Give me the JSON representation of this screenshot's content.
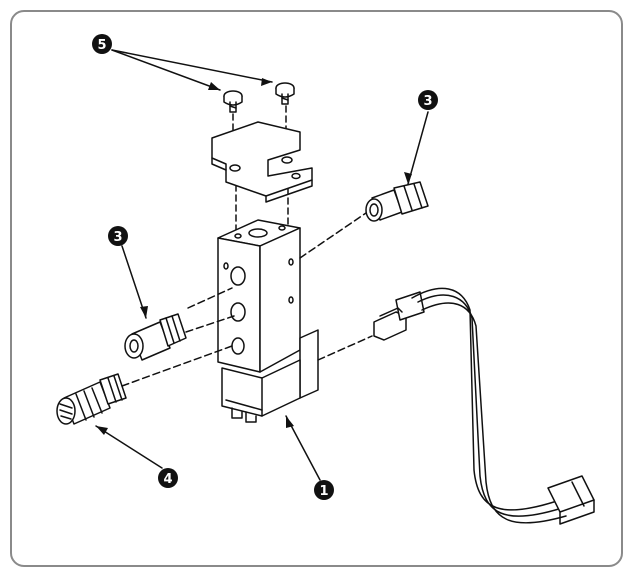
{
  "callouts": {
    "c1": "1",
    "c3a": "3",
    "c3b": "3",
    "c4": "4",
    "c5": "5"
  },
  "colors": {
    "line": "#111111",
    "badge": "#111111",
    "badge_text": "#ffffff",
    "frame": "#8a8a8a"
  }
}
